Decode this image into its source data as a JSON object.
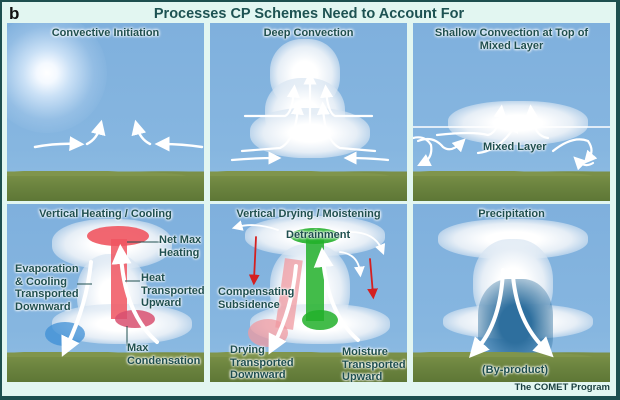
{
  "figure": {
    "label": "b",
    "title": "Processes CP Schemes Need to Account For",
    "credit": "The COMET Program",
    "colors": {
      "border": "#1d4f4f",
      "background": "#e2f6f1",
      "title_text": "#1d5252",
      "sky": "#86b6e0",
      "ground": "#6d8540",
      "heating_red": "#f0505a",
      "cooling_blue": "#3d8fd6",
      "moistening_green": "#22b02a",
      "drying_pink": "#f09aa0",
      "subsidence_arrow_red": "#d42020",
      "precip_blue": "#2e6f9e"
    }
  },
  "panels": [
    {
      "id": "convective-initiation",
      "title": "Convective Initiation",
      "annotations": []
    },
    {
      "id": "deep-convection",
      "title": "Deep Convection",
      "annotations": []
    },
    {
      "id": "shallow-convection",
      "title": "Shallow Convection at Top of Mixed Layer",
      "title_lines": [
        "Shallow Convection at Top of",
        "Mixed Layer"
      ],
      "annotations": [
        {
          "text": "Mixed Layer"
        }
      ]
    },
    {
      "id": "vertical-heating-cooling",
      "title": "Vertical Heating / Cooling",
      "annotations": [
        {
          "lines": [
            "Net Max",
            "Heating"
          ]
        },
        {
          "lines": [
            "Evaporation",
            "& Cooling",
            "Transported",
            "Downward"
          ]
        },
        {
          "lines": [
            "Heat",
            "Transported",
            "Upward"
          ]
        },
        {
          "lines": [
            "Max",
            "Condensation"
          ]
        }
      ]
    },
    {
      "id": "vertical-drying-moistening",
      "title": "Vertical Drying / Moistening",
      "annotations": [
        {
          "lines": [
            "Detrainment"
          ]
        },
        {
          "lines": [
            "Compensating",
            "Subsidence"
          ]
        },
        {
          "lines": [
            "Drying",
            "Transported",
            "Downward"
          ]
        },
        {
          "lines": [
            "Moisture",
            "Transported",
            "Upward"
          ]
        }
      ]
    },
    {
      "id": "precipitation",
      "title": "Precipitation",
      "annotations": [
        {
          "lines": [
            "(By-product)"
          ]
        }
      ]
    }
  ]
}
